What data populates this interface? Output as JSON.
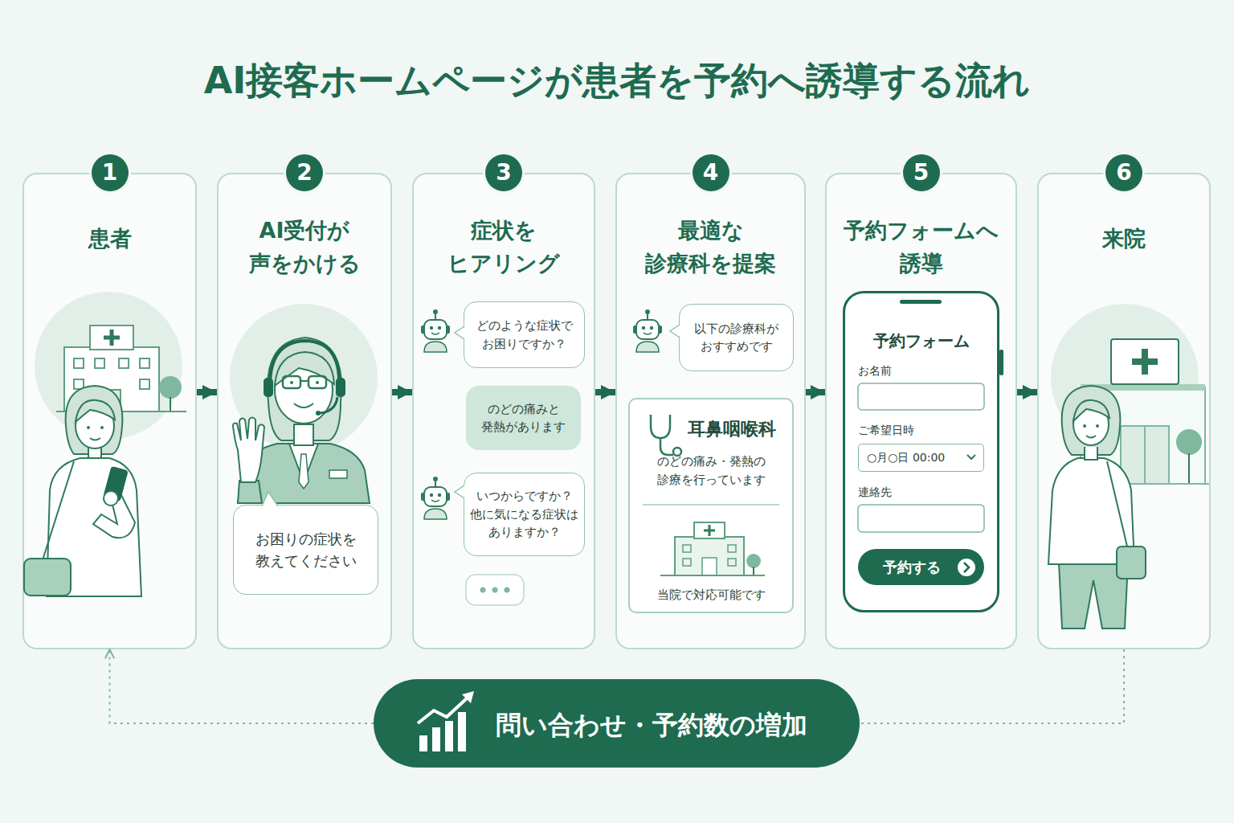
{
  "diagram": {
    "title": "AI接客ホームページが患者を予約へ誘導する流れ",
    "nodes": [
      {
        "text": [
          "1",
          "患者"
        ]
      },
      {
        "text": [
          "2",
          "AI受付が 声をかける"
        ]
      },
      {
        "text": [
          "お困りの症状を 教えてください"
        ],
        "in": 1
      },
      {
        "text": [
          "3",
          "症状を ヒアリング"
        ]
      },
      {
        "text": [
          "どのような症状で お困りですか？"
        ],
        "in": 3
      },
      {
        "text": [
          "のどの痛みと 発熱があります"
        ],
        "in": 3
      },
      {
        "text": [
          "いつからですか？ 他に気になる症状は ありますか？"
        ],
        "in": 3
      },
      {
        "text": [
          "4",
          "最適な 診療科を提案"
        ]
      },
      {
        "text": [
          "以下の診療科が おすすめです"
        ],
        "in": 7
      },
      {
        "text": [
          "耳鼻咽喉科",
          "のどの痛み・発熱の 診療を行っています",
          "当院で対応可能です"
        ],
        "in": 7
      },
      {
        "text": [
          "5",
          "予約フォームへ 誘導"
        ]
      },
      {
        "text": [
          "予約フォーム",
          "お名前",
          "ご希望日時",
          "連絡先"
        ],
        "in": 10
      },
      {
        "text": [
          "○月○日 00:00"
        ],
        "in": 11
      },
      {
        "text": [
          "予約する"
        ],
        "in": 11
      },
      {
        "text": [
          "6",
          "来院"
        ]
      },
      {
        "text": [
          "問い合わせ・予約数の増加"
        ]
      }
    ],
    "edges": [
      {
        "from": 0,
        "to": 1,
        "arrow": "to"
      },
      {
        "from": 1,
        "to": 3,
        "arrow": "to"
      },
      {
        "from": 3,
        "to": 7,
        "arrow": "to"
      },
      {
        "from": 7,
        "to": 10,
        "arrow": "to"
      },
      {
        "from": 10,
        "to": 14,
        "arrow": "to"
      },
      {
        "from": 14,
        "to": 15,
        "arrow": "none"
      },
      {
        "from": 15,
        "to": 0,
        "arrow": "to"
      }
    ]
  }
}
